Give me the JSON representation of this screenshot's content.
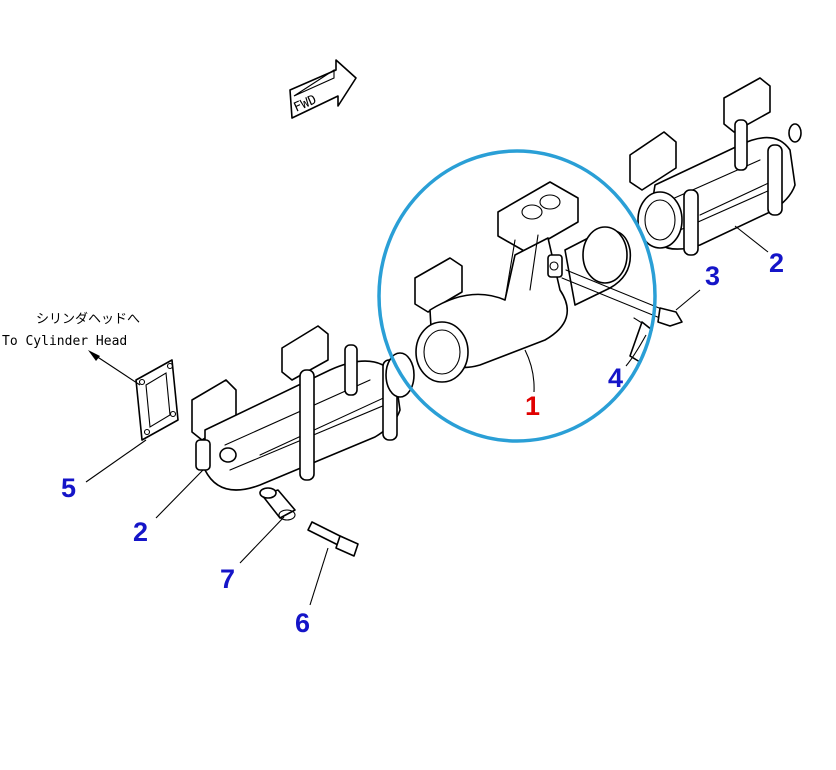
{
  "diagram": {
    "fwd_label": "FWD",
    "cylinder_head_jp": "シリンダヘッドへ",
    "cylinder_head_en": "To Cylinder Head",
    "callouts": [
      {
        "id": "c1",
        "text": "1",
        "color": "#e00000"
      },
      {
        "id": "c2a",
        "text": "2",
        "color": "#1515c8"
      },
      {
        "id": "c2b",
        "text": "2",
        "color": "#1515c8"
      },
      {
        "id": "c3",
        "text": "3",
        "color": "#1515c8"
      },
      {
        "id": "c4",
        "text": "4",
        "color": "#1515c8"
      },
      {
        "id": "c5",
        "text": "5",
        "color": "#1515c8"
      },
      {
        "id": "c6",
        "text": "6",
        "color": "#1515c8"
      },
      {
        "id": "c7",
        "text": "7",
        "color": "#1515c8"
      }
    ],
    "highlight_color": "#2a9fd6"
  }
}
